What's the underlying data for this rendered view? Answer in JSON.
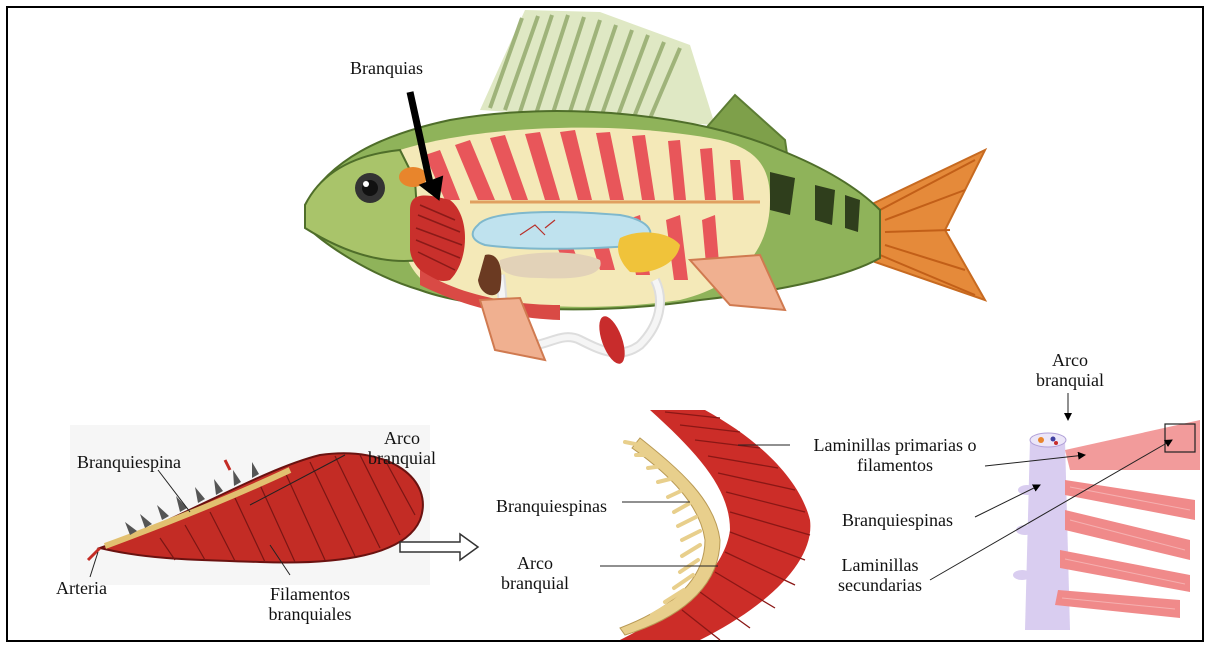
{
  "top_panel": {
    "label_branquias": "Branquias"
  },
  "left_panel": {
    "label_branquiespina": "Branquiespina",
    "label_arco_line1": "Arco",
    "label_arco_line2": "branquial",
    "label_arteria": "Arteria",
    "label_filamentos_line1": "Filamentos",
    "label_filamentos_line2": "branquiales"
  },
  "middle_panel": {
    "label_branquiespinas": "Branquiespinas",
    "label_arco_line1": "Arco",
    "label_arco_line2": "branquial"
  },
  "right_panel": {
    "label_arco_line1": "Arco",
    "label_arco_line2": "branquial",
    "label_laminillas_primarias_line1": "Laminillas primarias o",
    "label_laminillas_primarias_line2": "filamentos",
    "label_branquiespinas": "Branquiespinas",
    "label_laminillas_secundarias_line1": "Laminillas",
    "label_laminillas_secundarias_line2": "secundarias"
  },
  "colors": {
    "frame": "#000000",
    "gill_red": "#c9302c",
    "muscle_red": "#e8565a",
    "fish_green": "#8fb35a",
    "fish_cream": "#f4e9b8",
    "arch_tan": "#e8cf8c",
    "lamella_pink": "#f08a8a",
    "arch_lavender": "#d9cdf0"
  }
}
